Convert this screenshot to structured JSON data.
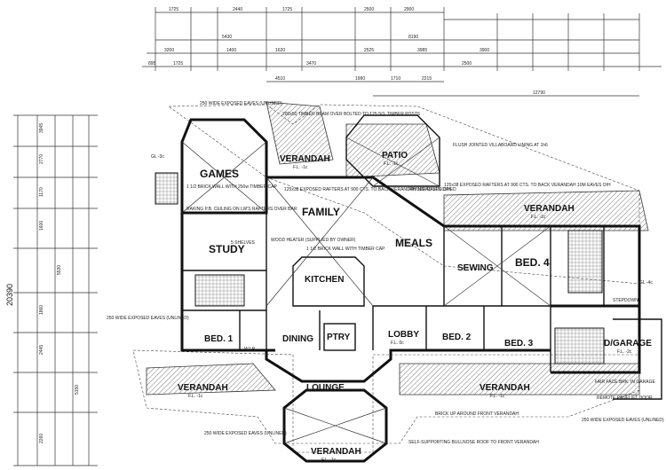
{
  "rooms": {
    "games": "GAMES",
    "verandah_top": "VERANDAH",
    "verandah_top_fl": "F.L. -1c",
    "patio": "PATIO",
    "patio_fl": "F.L. -1c",
    "family": "FAMILY",
    "meals": "MEALS",
    "study": "STUDY",
    "kitchen": "KITCHEN",
    "verandah_right": "VERANDAH",
    "verandah_right_fl": "F.L. -1c",
    "sewing": "SEWING",
    "bed4": "BED. 4",
    "bed1": "BED. 1",
    "dining": "DINING",
    "ptry": "PTRY",
    "lobby": "LOBBY",
    "lobby_fl": "F.L. 0c",
    "bed2": "BED. 2",
    "bed3": "BED. 3",
    "wir": "W.I.R.",
    "garage": "D/GARAGE",
    "garage_fl": "F.L. -2c",
    "verandah_bl": "VERANDAH",
    "verandah_bl_fl": "F.L. -1c",
    "lounge": "LOUNGE",
    "verandah_br": "VERANDAH",
    "verandah_br_fl": "F.L. -1c",
    "verandah_bottom": "VERANDAH",
    "verandah_bottom_fl": "F.L. -1c"
  },
  "notes": {
    "eaves_top": "250 WIDE EXPOSED EAVES (UNLINED)",
    "timber_beam": "200x50 TIMBER BEAM OVER BOLTED TO 125 SQ. TIMBER POSTS",
    "villaboard": "FLUSH JOINTED VILLABOARD LINING AT 1h6",
    "exposed_rafters": "125x38 EXPOSED RAFTERS AT 900 CTS. TO BACK VERANDAH 10M EAVES O/H",
    "brick_wall_games": "1 1/2 BRICK WALL WITH 250w TIMBER CAP",
    "raking_ceiling": "RAKING P.B. CEILING ON LW'S RAFTERS OVER BAR",
    "paving": "PAVING AS SPECIFIED",
    "shelves_5": "5 SHELVES",
    "wood_heater": "WOOD HEATER (SUPPLIED BY OWNER)",
    "brick_wall_kitchen": "1 1/2 BRICK WALL WITH TIMBER CAP",
    "ga_left": "GL -3c",
    "ga_right": "GL -4c",
    "stepdown": "STEPDOWN",
    "fair_face": "FAIR FACE BRK. IN GARAGE",
    "remote_door": "REMOTE PANELIFT DOOR",
    "eaves_bottom": "250 WIDE EXPOSED EAVES (UNLINED)",
    "self_supporting": "SELF-SUPPORTING BULLNOSE ROOF TO FRONT VERANDAH",
    "brick_up": "BRICK UP AROUND FRONT VERANDAH",
    "eaves_left": "250 WIDE EXPOSED EAVES (UNLINED)",
    "left_total": "20390"
  },
  "dims_top_row1": [
    "1725",
    "2440",
    "1725",
    "2500",
    "2900"
  ],
  "dims_top_row2": [
    "5430",
    "8190"
  ],
  "dims_top_row3": [
    "3200",
    "1400",
    "1620",
    "2525",
    "3985",
    "3900"
  ],
  "dims_top_row4": [
    "895",
    "1725",
    "3470",
    "4510",
    "1990",
    "1710",
    "2215",
    "2500",
    "12790"
  ],
  "dims_left": [
    "3945",
    "2770",
    "1170",
    "1600",
    "5530",
    "1860",
    "2445",
    "5150",
    "2260"
  ]
}
